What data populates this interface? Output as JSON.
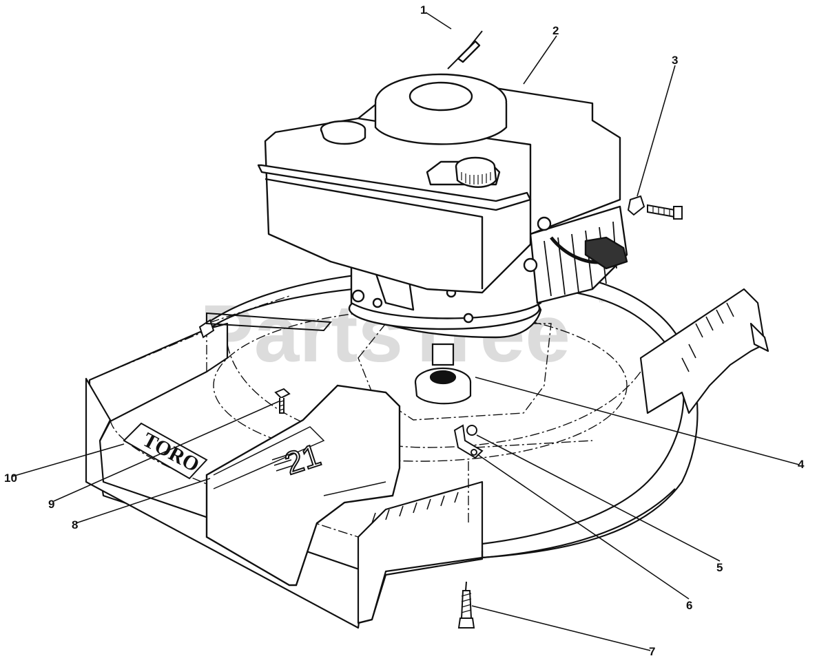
{
  "watermark": {
    "text": "PartsTree",
    "mark": "™"
  },
  "decal": {
    "text": "TORO"
  },
  "deflector": {
    "text": "21"
  },
  "callouts": [
    {
      "id": "1",
      "label": "1"
    },
    {
      "id": "2",
      "label": "2"
    },
    {
      "id": "3",
      "label": "3"
    },
    {
      "id": "4",
      "label": "4"
    },
    {
      "id": "5",
      "label": "5"
    },
    {
      "id": "6",
      "label": "6"
    },
    {
      "id": "7",
      "label": "7"
    },
    {
      "id": "8",
      "label": "8"
    },
    {
      "id": "9",
      "label": "9"
    },
    {
      "id": "10",
      "label": "10"
    }
  ]
}
